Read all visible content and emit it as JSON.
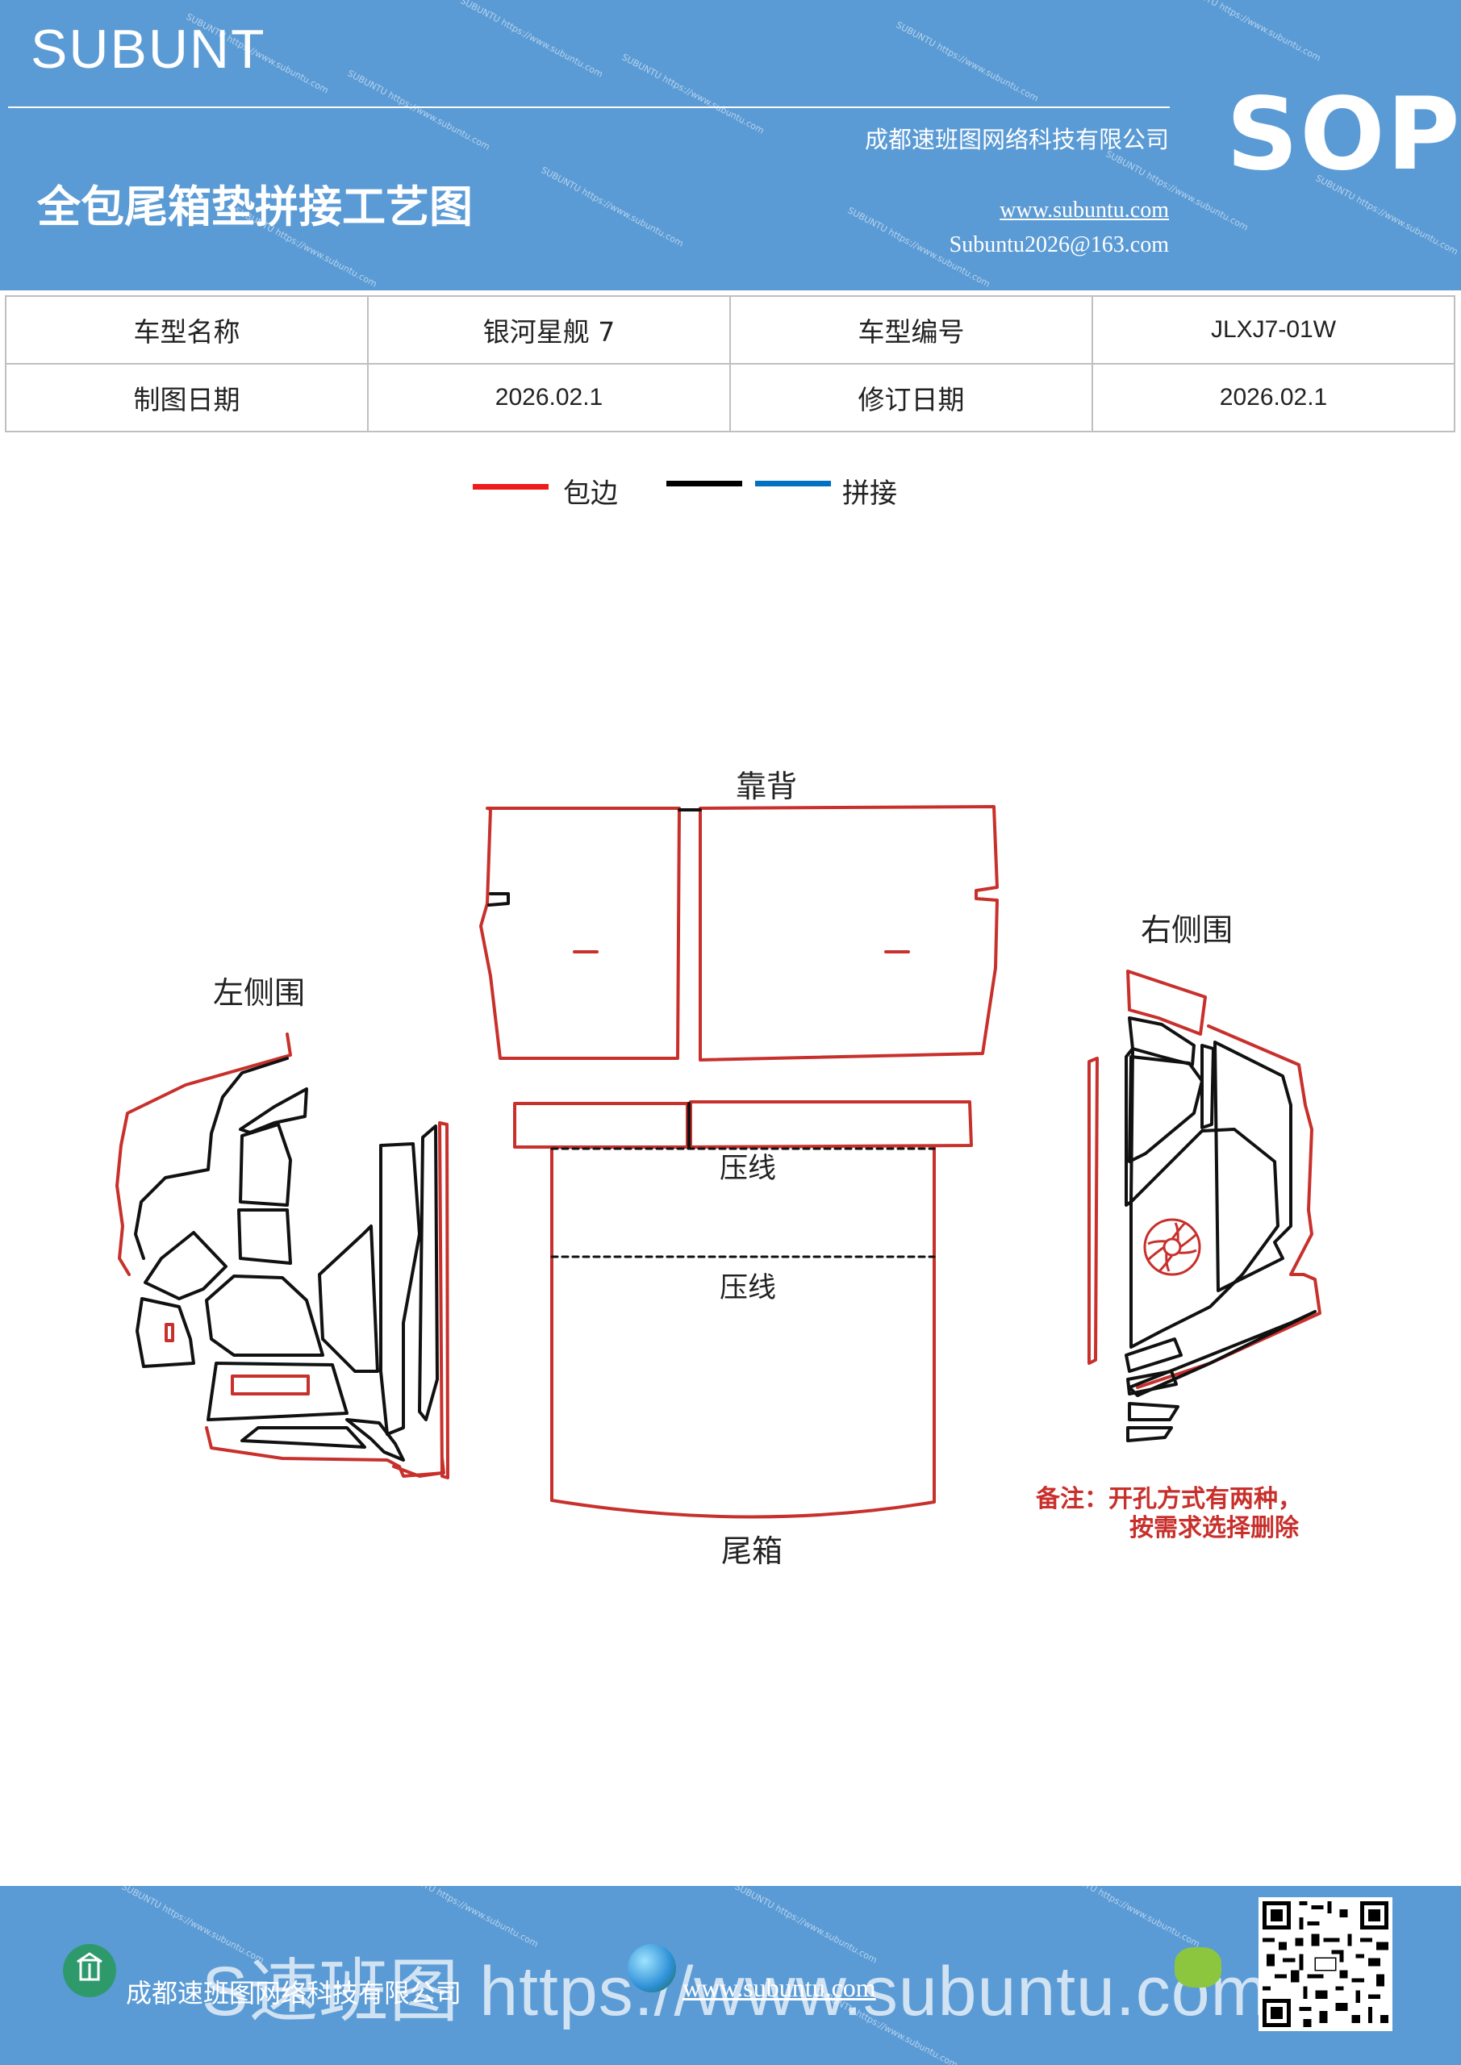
{
  "header": {
    "brand": "SUBUNT",
    "title": "全包尾箱垫拼接工艺图",
    "company": "成都速班图网络科技有限公司",
    "website": "www.subuntu.com",
    "email": "Subuntu2026@163.com",
    "badge": "SOP",
    "watermark": "SUBUNTU https://www.subuntu.com"
  },
  "info": {
    "row1": {
      "label1": "车型名称",
      "value1": "银河星舰 7",
      "label2": "车型编号",
      "value2": "JLXJ7-01W"
    },
    "row2": {
      "label1": "制图日期",
      "value1": "2026.02.1",
      "label2": "修订日期",
      "value2": "2026.02.1"
    }
  },
  "legend": {
    "edge_label": "包边",
    "join_label": "拼接",
    "colors": {
      "edge": "#ee1c1c",
      "join_black": "#000000",
      "join_blue": "#0070c0"
    }
  },
  "diagram": {
    "backrest": "靠背",
    "left_side": "左侧围",
    "right_side": "右侧围",
    "crease1": "压线",
    "crease2": "压线",
    "trunk": "尾箱",
    "note_line1": "备注：开孔方式有两种，",
    "note_line2": "按需求选择删除",
    "colors": {
      "edge": "#c8302c",
      "line": "#111111",
      "note": "#c8302c"
    }
  },
  "footer": {
    "company": "成都速班图网络科技有限公司",
    "website": "www.subuntu.com",
    "watermark": "S速班图 https://www.subuntu.com"
  }
}
